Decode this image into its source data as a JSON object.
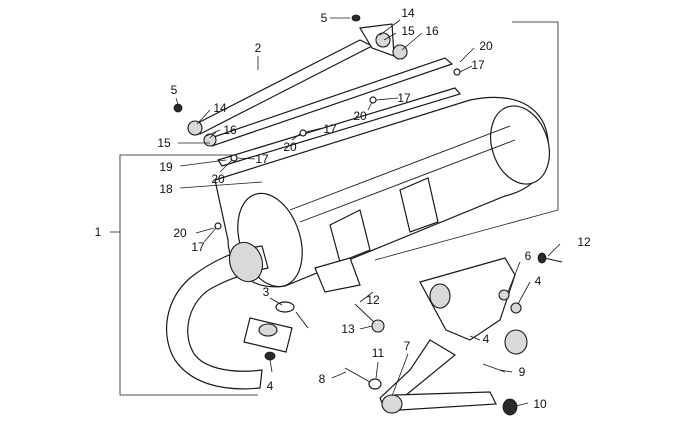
{
  "diagram": {
    "callouts": {
      "c1": "1",
      "c2": "2",
      "c3": "3",
      "c4a": "4",
      "c4b": "4",
      "c4c": "4",
      "c5a": "5",
      "c5b": "5",
      "c6": "6",
      "c7": "7",
      "c8": "8",
      "c9": "9",
      "c10": "10",
      "c11": "11",
      "c12a": "12",
      "c12b": "12",
      "c13": "13",
      "c14a": "14",
      "c14b": "14",
      "c15a": "15",
      "c15b": "15",
      "c16a": "16",
      "c16b": "16",
      "c17a": "17",
      "c17b": "17",
      "c17c": "17",
      "c17d": "17",
      "c17e": "17",
      "c18": "18",
      "c19": "19",
      "c20a": "20",
      "c20b": "20",
      "c20c": "20",
      "c20d": "20",
      "c20e": "20"
    }
  }
}
